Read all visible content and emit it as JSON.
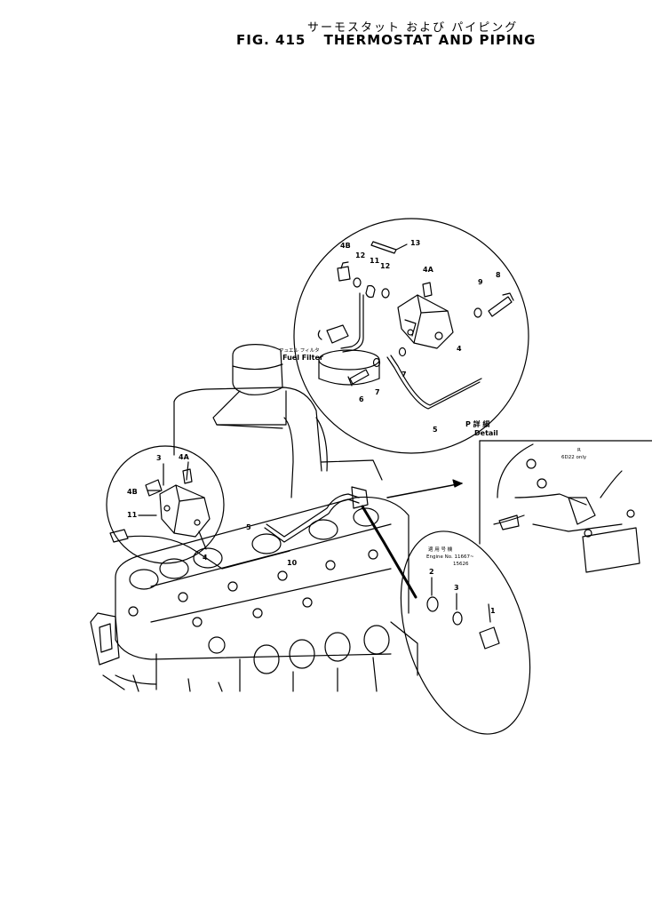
{
  "title": {
    "japanese": "サーモスタット および パイピング",
    "figure": "FIG. 415",
    "english": "THERMOSTAT AND PIPING"
  },
  "callouts": {
    "fuel_filter_jp": "フュエル フィルタ",
    "fuel_filter_en": "Fuel Filter",
    "detail_jp": "P 詳 細",
    "detail_en": "Detail",
    "note_r_jp": "R",
    "note_r": "6D22 only",
    "serial_jp": "適 用 号 機",
    "serial_en": "Engine No. 11667~",
    "serial_end": "15626"
  },
  "part_labels": {
    "top": [
      "4B",
      "12",
      "11",
      "12",
      "13",
      "4A",
      "9",
      "8",
      "4",
      "7",
      "7",
      "6",
      "5"
    ],
    "left": [
      "3",
      "4A",
      "4B",
      "11",
      "4"
    ],
    "engine": [
      "5",
      "10"
    ],
    "lower": [
      "2",
      "3",
      "1"
    ]
  }
}
